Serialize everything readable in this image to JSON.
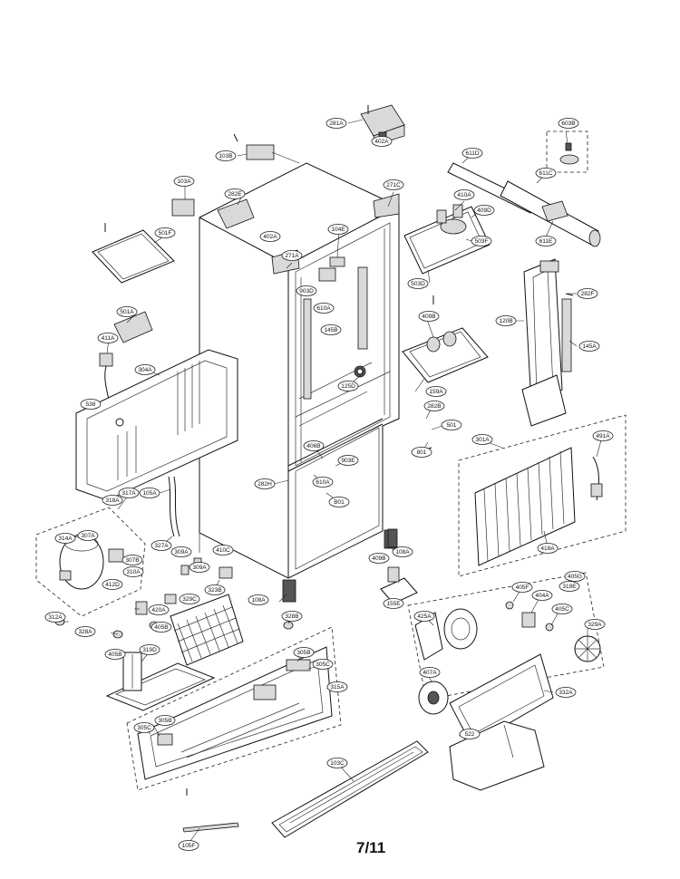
{
  "page_number": "7/11",
  "callouts": [
    "281A",
    "402A",
    "603B",
    "611D",
    "611C",
    "271C",
    "410A",
    "409D",
    "503F",
    "611E",
    "103B",
    "103A",
    "282E",
    "402A",
    "104E",
    "501F",
    "271A",
    "903D",
    "610A",
    "503D",
    "145B",
    "282F",
    "409B",
    "120B",
    "145A",
    "501A",
    "411A",
    "304A",
    "125D",
    "159A",
    "538",
    "282B",
    "501",
    "801",
    "406B",
    "903E",
    "301A",
    "491A",
    "282H",
    "610A",
    "B01",
    "317A",
    "105A",
    "318A",
    "307A",
    "314A",
    "327A",
    "307B",
    "309A",
    "410C",
    "409B",
    "108A",
    "418A",
    "310A",
    "412D",
    "309A",
    "323B",
    "108A",
    "155E",
    "405F",
    "404A",
    "405G",
    "420A",
    "329C",
    "312A",
    "328A",
    "405B",
    "328B",
    "405C",
    "319E",
    "425A",
    "329A",
    "405B",
    "319D",
    "305B",
    "305C",
    "315A",
    "407A",
    "332A",
    "305C",
    "305B",
    "522",
    "103C",
    "105F"
  ]
}
